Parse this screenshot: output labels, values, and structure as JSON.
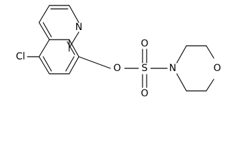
{
  "molecule": {
    "atoms": {
      "N": "N",
      "Cl": "Cl",
      "O_ether": "O",
      "S": "S",
      "O_top": "O",
      "O_bottom": "O",
      "N_morph": "N",
      "O_morph": "O"
    }
  }
}
